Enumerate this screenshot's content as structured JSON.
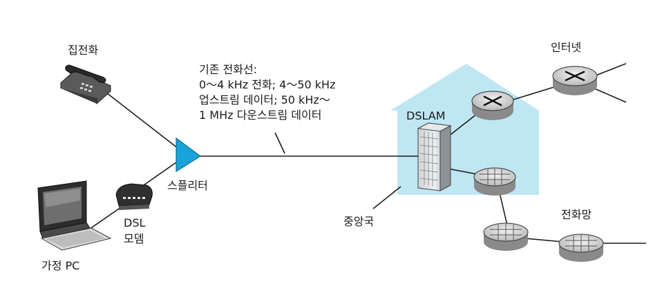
{
  "labels": {
    "home_phone": "집전화",
    "home_pc": "가정 PC",
    "dsl_modem_1": "DSL",
    "dsl_modem_2": "모뎀",
    "splitter": "스플리터",
    "dslam": "DSLAM",
    "central_office": "중앙국",
    "internet": "인터넷",
    "telephone_network": "전화망"
  },
  "line_description": [
    "기존 전화선:",
    "0～4 kHz 전화; 4～50 kHz",
    "업스트림 데이터; 50 kHz～",
    "1 MHz 다운스트림 데이터"
  ],
  "colors": {
    "central_office_fill": "#bfe6f3",
    "splitter_fill": "#1aa3d9",
    "router_fill": "#d6d6d6",
    "line": "#1a1a1a"
  },
  "icons": [
    "telephone-icon",
    "pc-icon",
    "dsl-modem-icon",
    "splitter-icon",
    "dslam-icon",
    "router-icon",
    "switch-icon"
  ]
}
